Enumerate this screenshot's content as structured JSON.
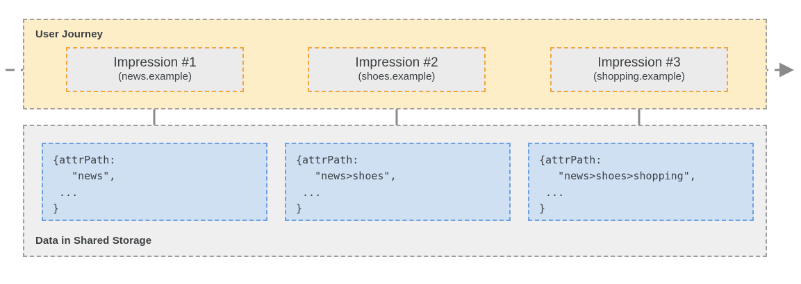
{
  "diagram": {
    "journey": {
      "title": "User Journey",
      "impressions": [
        {
          "title": "Impression #1",
          "subtitle": "(news.example)"
        },
        {
          "title": "Impression #2",
          "subtitle": "(shoes.example)"
        },
        {
          "title": "Impression #3",
          "subtitle": "(shopping.example)"
        }
      ]
    },
    "storage": {
      "title": "Data in Shared Storage",
      "records": [
        {
          "code": "{attrPath:\n   \"news\",\n ...\n}"
        },
        {
          "code": "{attrPath:\n   \"news>shoes\",\n ...\n}"
        },
        {
          "code": "{attrPath:\n   \"news>shoes>shopping\",\n ...\n}"
        }
      ]
    },
    "colors": {
      "journey_fill": "#fdeec8",
      "storage_fill": "#efefef",
      "impression_fill": "#ebebeb",
      "impression_border": "#f3a63c",
      "code_fill": "#cfe0f3",
      "code_border": "#6f9fe3",
      "panel_border": "#9e9e9e",
      "arrow": "#8a8a8a",
      "text": "#3c4043"
    }
  }
}
